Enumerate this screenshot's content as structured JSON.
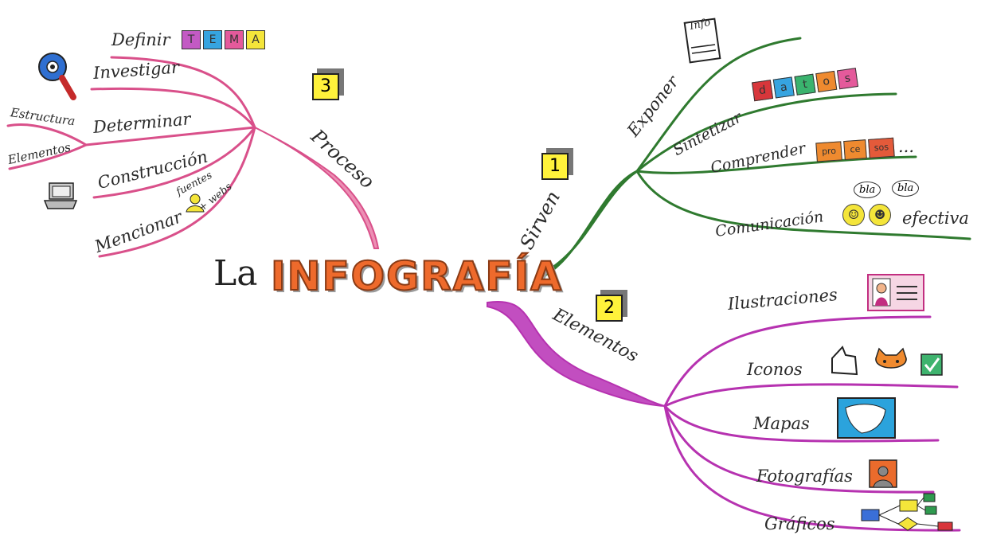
{
  "center": {
    "prefix": "La",
    "title": "INFOGRAFÍA"
  },
  "proceso": {
    "label": "Proceso",
    "number": "3",
    "definir": "Definir",
    "tema_tiles": [
      "T",
      "E",
      "M",
      "A"
    ],
    "investigar": "Investigar",
    "determinar": "Determinar",
    "estructura": "Estructura",
    "elementos_sub": "Elementos",
    "construccion": "Construcción",
    "mencionar": "Mencionar",
    "fuentes": "fuentes",
    "webs": "+ webs"
  },
  "sirven": {
    "label": "Sirven",
    "number": "1",
    "exponer": "Exponer",
    "info": "Info",
    "sintetizar": "Sintetizar",
    "datos_tiles": [
      "d",
      "a",
      "t",
      "o",
      "s"
    ],
    "comprender": "Comprender",
    "arrow_tiles": [
      "pro",
      "ce",
      "sos"
    ],
    "ellipsis": "...",
    "comunicacion": "Comunicación",
    "efectiva": "efectiva",
    "bla": "bla"
  },
  "elementos": {
    "label": "Elementos",
    "number": "2",
    "ilustraciones": "Ilustraciones",
    "iconos": "Iconos",
    "mapas": "Mapas",
    "fotografias": "Fotografías",
    "graficos": "Gráficos"
  },
  "colors": {
    "proceso": "#d9508a",
    "proceso_branch": "#ec8fb4",
    "sirven": "#2f7a2f",
    "elementos": "#b632b0",
    "title": "#ee6a2c",
    "cube": "#fff23b"
  },
  "icons": [
    "magnifier-icon",
    "laptop-icon",
    "person-icon",
    "document-icon",
    "smiley-icon",
    "portrait-icon",
    "thumbs-up-icon",
    "cat-icon",
    "check-icon",
    "map-icon",
    "photo-icon",
    "flowchart-icon"
  ]
}
